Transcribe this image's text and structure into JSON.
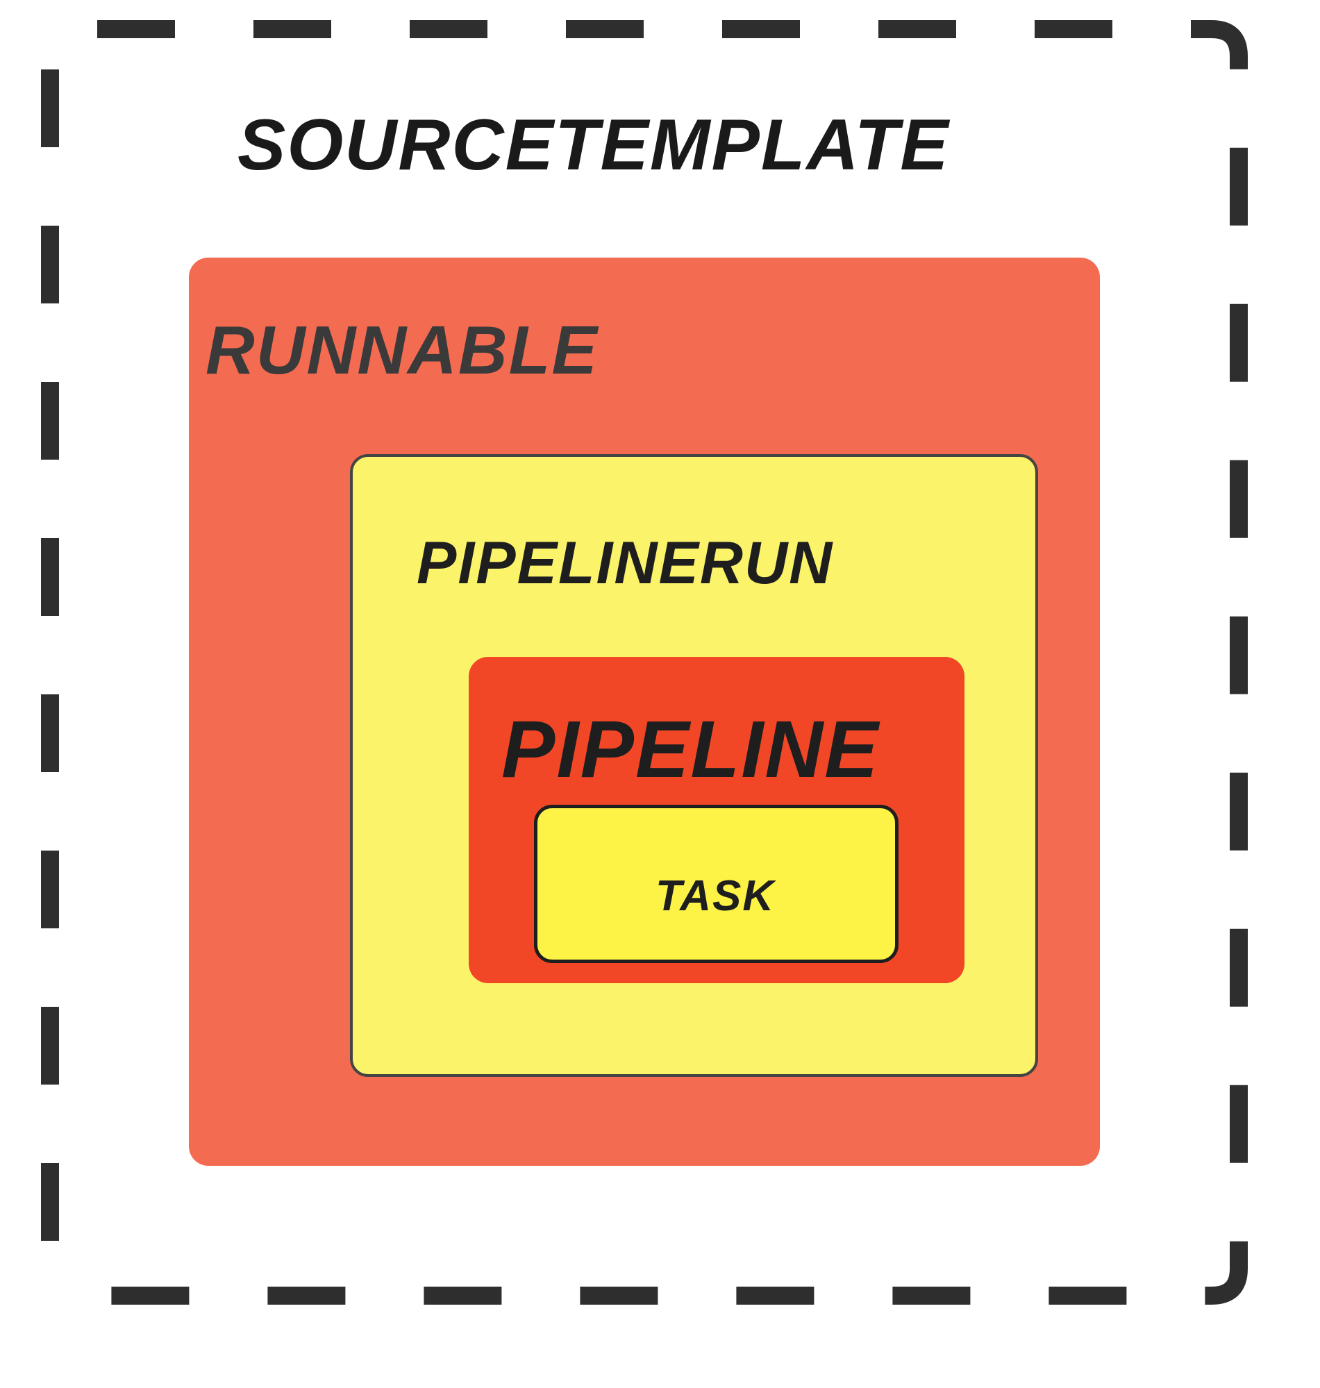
{
  "diagram": {
    "outer": {
      "label": "SourceTemplate"
    },
    "runnable": {
      "label": "Runnable",
      "color": "#F36B51"
    },
    "pipelinerun": {
      "label": "PipelineRun",
      "color": "#FBF46B"
    },
    "pipeline": {
      "label": "Pipeline",
      "color": "#F14727"
    },
    "task": {
      "label": "Task",
      "color": "#FDF347"
    }
  }
}
